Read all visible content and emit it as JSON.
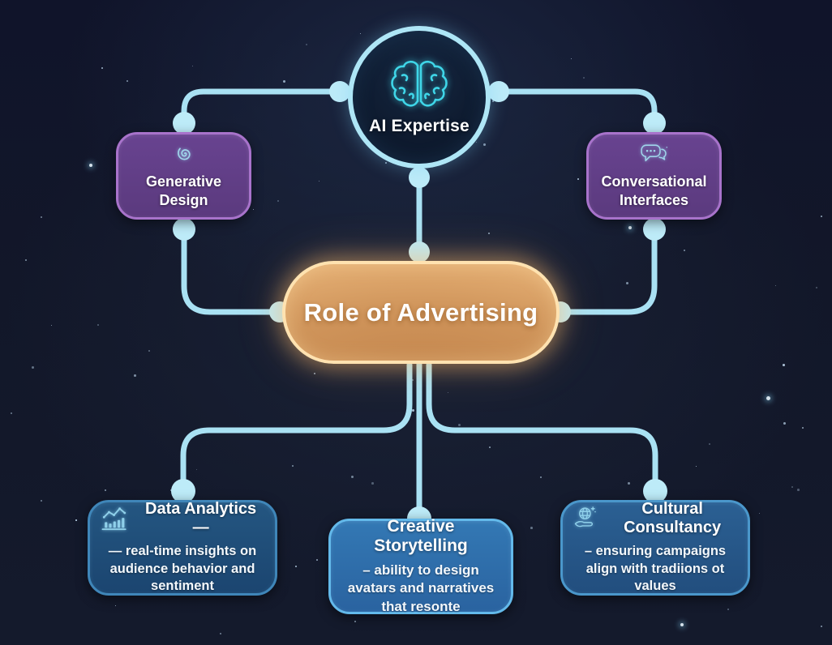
{
  "diagram": {
    "title_node": {
      "label": "AI Expertise",
      "icon": "brain-icon"
    },
    "left_node": {
      "label": "Generative Design",
      "icon": "spiral-icon"
    },
    "right_node": {
      "label": "Conversational Interfaces",
      "icon": "chat-bubbles-icon"
    },
    "center_node": {
      "label": "Role of Advertising"
    },
    "bottom_left_node": {
      "title": "Data Analytics —",
      "description": "— real-time insights on audience behavior and sentiment",
      "icon": "bar-chart-icon"
    },
    "bottom_center_node": {
      "title": "Creative Storytelling",
      "description": "– ability to design avatars and narratives that resonte"
    },
    "bottom_right_node": {
      "title": "Cultural Consultancy",
      "description": "– ensuring campaigns align with tradiions ot values",
      "icon": "globe-hand-icon"
    },
    "colors": {
      "background": "#121729",
      "connector": "#a9e1f3",
      "purple_fill": "#5e3d82",
      "purple_border": "#a873cb",
      "center_fill": "#cf945a",
      "center_border": "#ffe2b0",
      "blue_dark_fill": "#1d4c78",
      "blue_bright_fill": "#2e6fa9",
      "blue_bright_border": "#63b9ea",
      "icon_cyan": "#9fd4ea",
      "brain_neon": "#3fd6e8",
      "text": "#ffffff"
    }
  }
}
